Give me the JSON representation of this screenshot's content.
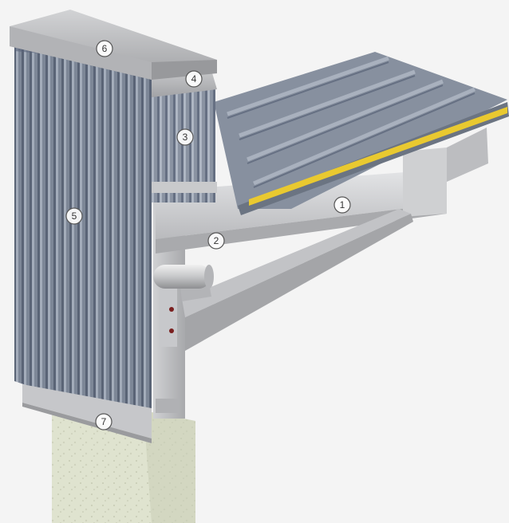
{
  "colors": {
    "background": "#f4f4f4",
    "cladding": "#7d8797",
    "cladding_rib": "#5a6476",
    "cladding_light": "#a3acba",
    "roof_panel": "#87909f",
    "roof_rib": "#6a7383",
    "steel_light": "#d8d9db",
    "steel_mid": "#bdbec1",
    "steel_dark": "#9d9ea1",
    "bolt": "#7a1f1f",
    "yellow_strip": "#e9c930",
    "concrete": "#dfe3cf",
    "concrete_shadow": "#c8ccb6"
  },
  "markers": [
    {
      "id": "1",
      "label": "1",
      "part": "main-beam"
    },
    {
      "id": "2",
      "label": "2",
      "part": "diagonal-strut"
    },
    {
      "id": "3",
      "label": "3",
      "part": "inner-cladding-panel"
    },
    {
      "id": "4",
      "label": "4",
      "part": "inner-coping"
    },
    {
      "id": "5",
      "label": "5",
      "part": "outer-cladding-panel"
    },
    {
      "id": "6",
      "label": "6",
      "part": "top-coping"
    },
    {
      "id": "7",
      "label": "7",
      "part": "base-flashing"
    }
  ]
}
